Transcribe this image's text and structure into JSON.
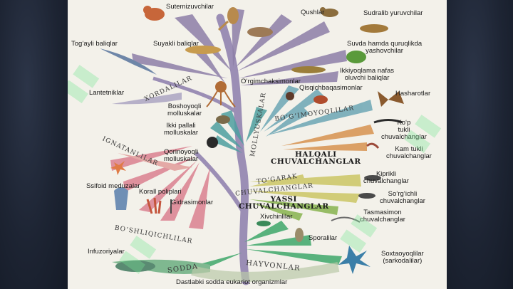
{
  "branches": {
    "sutemizuvchilar": "Sutemizuvchilar",
    "qushlar": "Qushlar",
    "sudralib": "Sudralib yuruvchilar",
    "togayli": "Tog‘ayli baliqlar",
    "suyakli": "Suyakli baliqlar",
    "suvda_hamda": "Suvda hamda quruqlikda\nyashovchilar",
    "ikkiyoqlama": "Ikkiyoqlama nafas\noluvchi baliqlar",
    "lantetniklar": "Lantetniklar",
    "orgimchak": "O‘rgimchaksimonlar",
    "qisqichbaqa": "Qisqichbaqasimonlar",
    "hasharotlar": "Hasharotlar",
    "boshoyoqli": "Boshoyoqli\nmolluskalar",
    "ikki_pallali": "Ikki pallali\nmolluskalar",
    "kop_tukli": "Ko‘p\ntukli\nchuvalchanglar",
    "kam_tukli": "Kam tukli\nchuvalchanglar",
    "qorinoyoqli": "Qorinoyoqli\nmolluskalar",
    "halqali": "HALQALI\nCHUVALCHANGLAR",
    "kiprikli": "Kiprikli\nchuvalchanglar",
    "ssifoid": "Ssifoid meduzalar",
    "korall": "Korall poliplari",
    "gidrasimonlar": "Gidrasimonlar",
    "yassi": "YASSI\nCHUVALCHANGLAR",
    "sorgichli": "So‘rg‘ichli\nchuvalchanglar",
    "tasmasimon": "Tasmasimon\nchuvalchanglar",
    "xivchinlilar": "Xivchinlilar",
    "sporalilar": "Sporalilar",
    "infuzoriyalar": "Infuzoriyalar",
    "soxtaoyoqlilar": "Soxtaoyoqlilar\n(sarkodalilar)",
    "dastlabki": "Dastlabki sodda eukariot organizmlar"
  },
  "arcs": {
    "xordalilar": "XORDALILAR",
    "bogimoyoqlilar": "BO‘G‘IMOYOQLILAR",
    "mollyuskalar": "MOLLYUSKALAR",
    "ignatanlilar": "IGNATANLILAR",
    "togarak": "TO‘GARAK",
    "chuvalchang": "CHUVALCHANGLAR",
    "boshliqichlilar": "BO‘SHLIQICHLILAR",
    "sodda": "SODDA",
    "hayvonlar": "HAYVONLAR"
  },
  "colors": {
    "chordates": "#8d7fa8",
    "arthropods": "#6da7b5",
    "mollusks": "#4e9fa0",
    "annelids": "#d7924f",
    "cnidarians": "#d97a8a",
    "roundworms": "#c9c45c",
    "flatworms": "#88b34e",
    "protozoa": "#3fa86a",
    "trunk": "#9b8eb5"
  }
}
